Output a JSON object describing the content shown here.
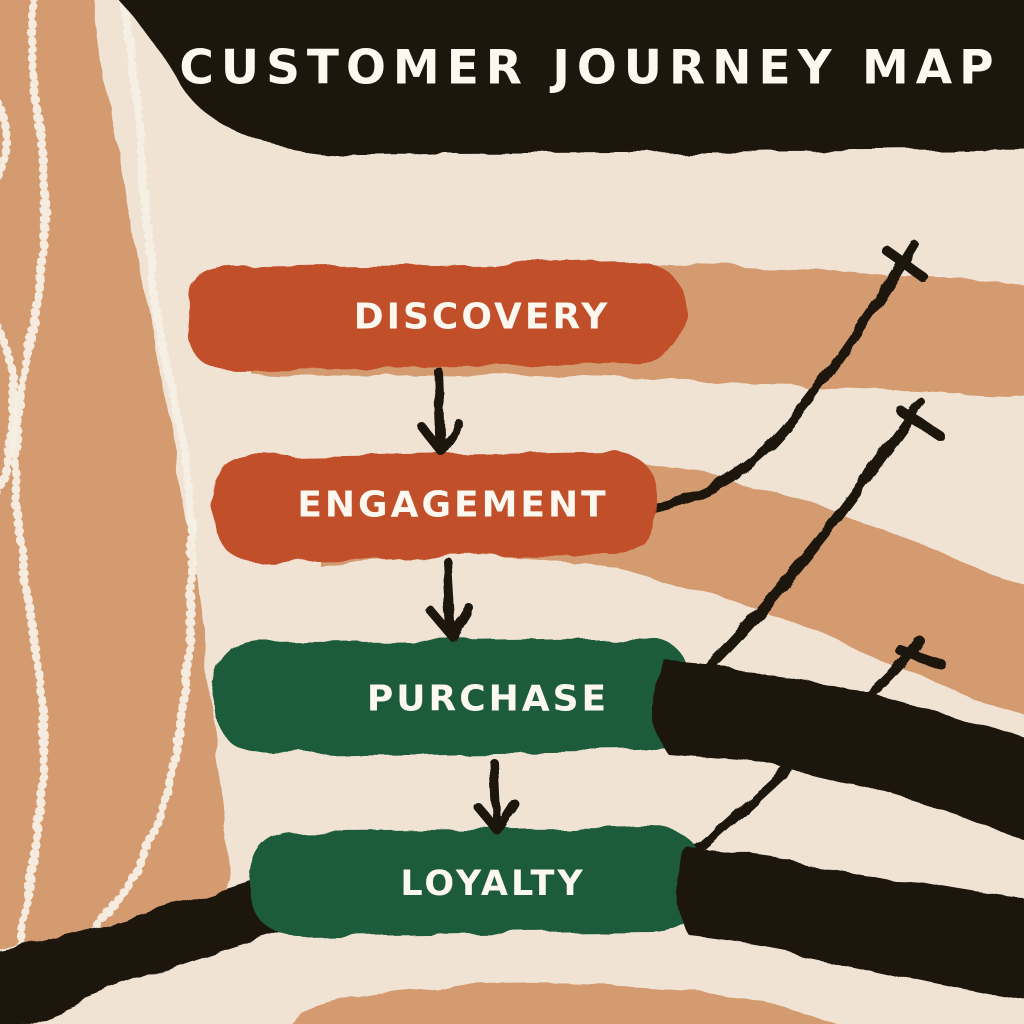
{
  "title": "CUSTOMER JOURNEY MAP",
  "diagram": {
    "type": "flow",
    "style": "hand-painted-brush-strokes",
    "stages": [
      {
        "label": "DISCOVERY",
        "bar_color": "orange"
      },
      {
        "label": "ENGAGEMENT",
        "bar_color": "orange"
      },
      {
        "label": "PURCHASE",
        "bar_color": "green"
      },
      {
        "label": "LOYALTY",
        "bar_color": "green"
      }
    ],
    "connections": [
      {
        "from": "DISCOVERY",
        "to": "ENGAGEMENT",
        "style": "down-arrow"
      },
      {
        "from": "ENGAGEMENT",
        "to": "PURCHASE",
        "style": "down-arrow"
      },
      {
        "from": "PURCHASE",
        "to": "LOYALTY",
        "style": "down-arrow"
      }
    ],
    "growth_lines": [
      {
        "from": "ENGAGEMENT",
        "direction": "up-right",
        "tip": "cross",
        "shape": "curved"
      },
      {
        "from": "PURCHASE",
        "direction": "up-right",
        "tip": "cross",
        "shape": "straight"
      },
      {
        "from": "LOYALTY",
        "direction": "up-right",
        "tip": "cross",
        "shape": "straight"
      }
    ]
  },
  "colors": {
    "background": "#f0e3d4",
    "ink": "#1a1511",
    "orange": "#c1502c",
    "green": "#1b5b3a",
    "tan": "#d49b70",
    "text": "#fcf8f0"
  }
}
